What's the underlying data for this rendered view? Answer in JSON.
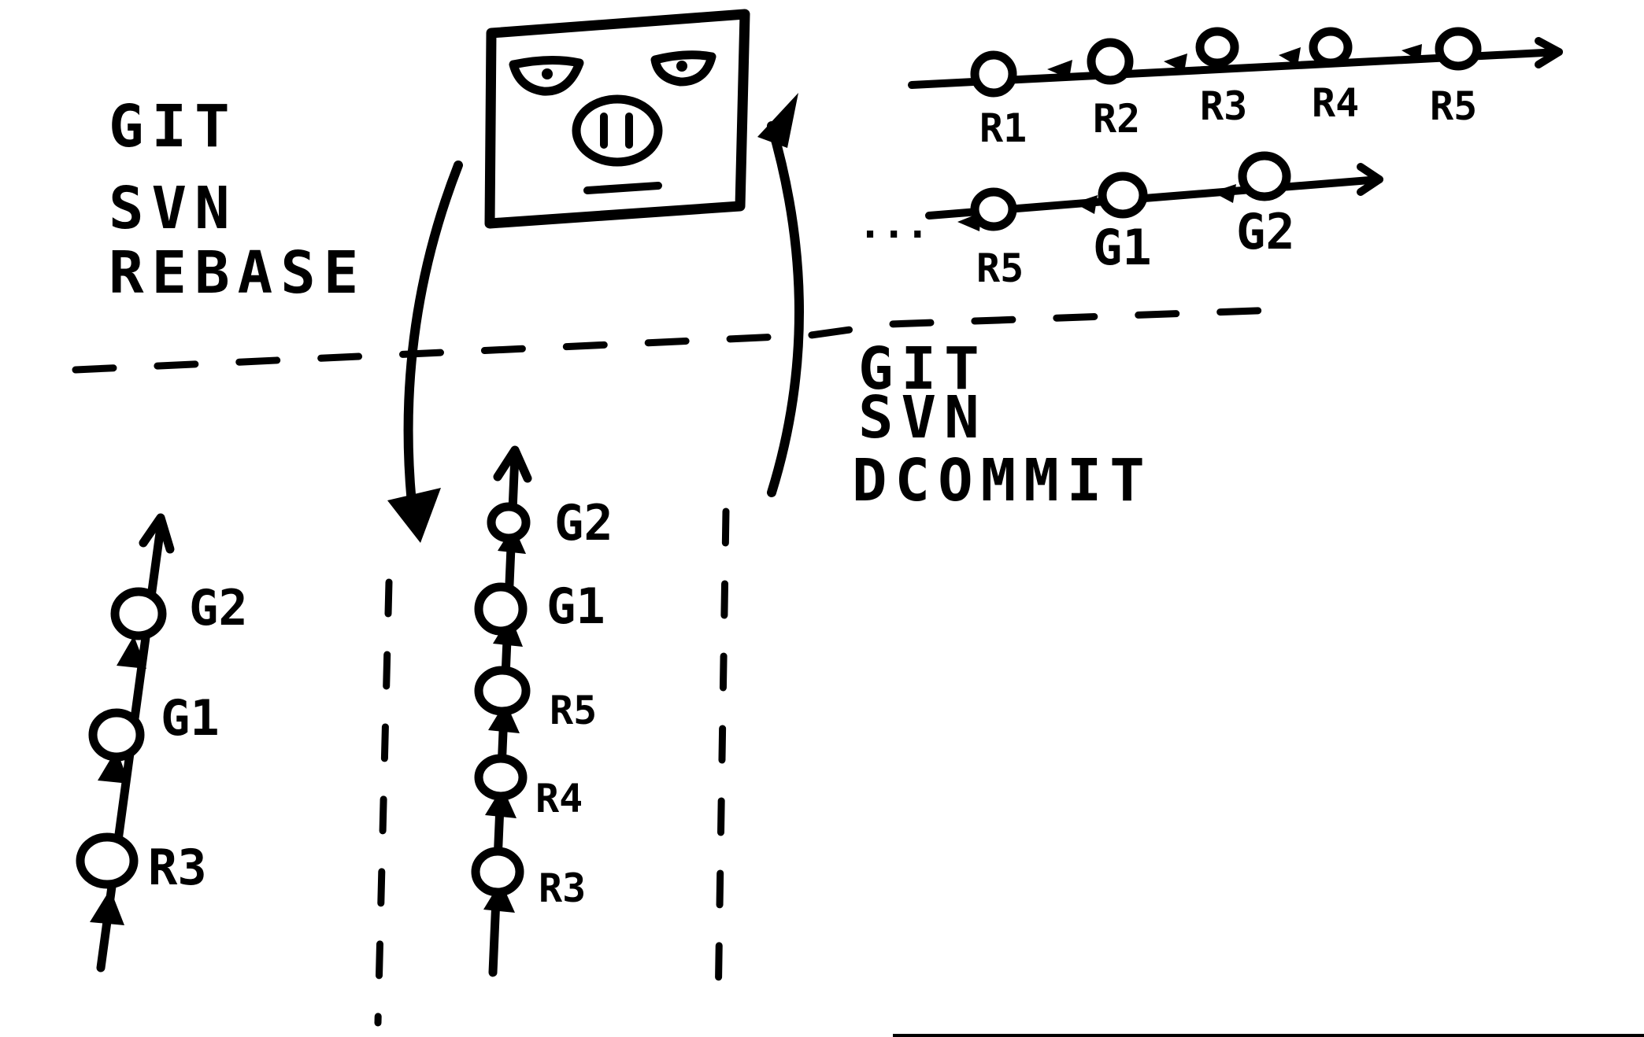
{
  "commands": {
    "rebase": [
      "GIT",
      "SVN",
      "REBASE"
    ],
    "dcommit": [
      "GIT",
      "SVN",
      "DCOMMIT"
    ]
  },
  "svn_history": {
    "full": [
      "R1",
      "R2",
      "R3",
      "R4",
      "R5"
    ],
    "continued": [
      "R5",
      "G1",
      "G2"
    ],
    "ellipsis": "..."
  },
  "local_before": [
    "R3",
    "G1",
    "G2"
  ],
  "local_after": [
    "R3",
    "R4",
    "R5",
    "G1",
    "G2"
  ],
  "colors": {
    "ink": "#000000",
    "paper": "#ffffff"
  }
}
